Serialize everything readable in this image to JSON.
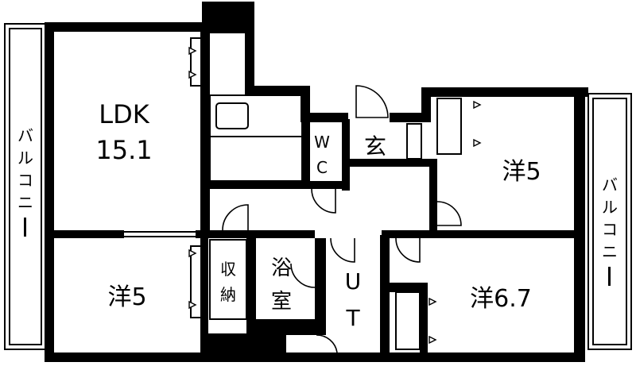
{
  "rooms": {
    "ldk_name": "LDK",
    "ldk_size": "15.1",
    "west_room": "洋5",
    "east_room": "洋5",
    "southeast_room": "洋6.7",
    "toilet": [
      "W",
      "C"
    ],
    "entrance": "玄",
    "bath": [
      "浴",
      "室"
    ],
    "storage": [
      "収",
      "納"
    ],
    "utility": [
      "U",
      "T"
    ]
  },
  "balcony": {
    "west": [
      "バ",
      "ル",
      "コ",
      "ニ",
      "ー"
    ],
    "east": [
      "バ",
      "ル",
      "コ",
      "ニ",
      "ー"
    ]
  }
}
